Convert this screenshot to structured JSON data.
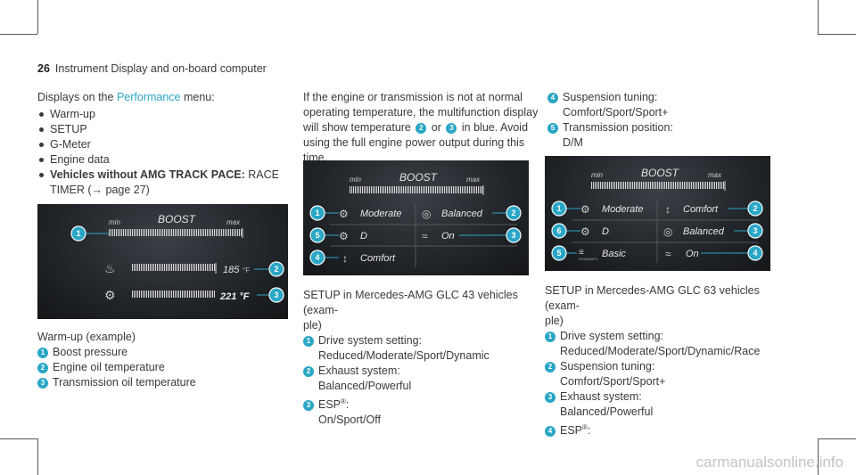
{
  "page": {
    "number": "26",
    "header": "Instrument Display and on-board computer"
  },
  "col1": {
    "intro_prefix": "Displays on the ",
    "intro_link": "Performance",
    "intro_suffix": " menu:",
    "bullets": [
      "Warm-up",
      "SETUP",
      "G-Meter",
      "Engine data"
    ],
    "bullet5_bold": "Vehicles without AMG TRACK PACE:",
    "bullet5_rest": " RACE",
    "bullet5_line2": "TIMER (→ page 27)",
    "caption": "Warm-up (example)",
    "items": [
      {
        "n": "1",
        "text": "Boost pressure"
      },
      {
        "n": "2",
        "text": "Engine oil temperature"
      },
      {
        "n": "3",
        "text": "Transmission oil temperature"
      }
    ]
  },
  "col2": {
    "para_l1": "If the engine or transmission is not at normal",
    "para_l2": "operating temperature, the multifunction display",
    "para_l3a": "will show temperature ",
    "para_n2": "2",
    "para_or": " or ",
    "para_n3": "3",
    "para_l3b": " in blue. Avoid",
    "para_l4": "using the full engine power output during this",
    "para_l5": "time.",
    "caption_l1": "SETUP in Mercedes-AMG GLC 43 vehicles (exam-",
    "caption_l2": "ple)",
    "items": [
      {
        "n": "1",
        "title": "Drive system setting:",
        "value": "Reduced/Moderate/Sport/Dynamic"
      },
      {
        "n": "2",
        "title": "Exhaust system:",
        "value": "Balanced/Powerful"
      },
      {
        "n": "3",
        "title": "ESP",
        "sup": "®",
        "colon": ":",
        "value": "On/Sport/Off"
      }
    ]
  },
  "col3": {
    "items_top": [
      {
        "n": "4",
        "title": "Suspension tuning:",
        "value": "Comfort/Sport/Sport+"
      },
      {
        "n": "5",
        "title": "Transmission position:",
        "value": "D/M"
      }
    ],
    "caption_l1": "SETUP in Mercedes-AMG GLC 63 vehicles (exam-",
    "caption_l2": "ple)",
    "items": [
      {
        "n": "1",
        "title": "Drive system setting:",
        "value": "Reduced/Moderate/Sport/Dynamic/Race"
      },
      {
        "n": "2",
        "title": "Suspension tuning:",
        "value": "Comfort/Sport/Sport+"
      },
      {
        "n": "3",
        "title": "Exhaust system:",
        "value": "Balanced/Powerful"
      },
      {
        "n": "4",
        "title": "ESP",
        "sup": "®",
        "colon": ":"
      }
    ]
  },
  "display1": {
    "min": "min",
    "boost": "BOOST",
    "max": "max",
    "oil_temp": "185",
    "unit": "°F",
    "trans_temp": "221 °F",
    "callouts": [
      "1",
      "2",
      "3"
    ]
  },
  "display2": {
    "min": "min",
    "boost": "BOOST",
    "max": "max",
    "cells": [
      "Moderate",
      "Balanced",
      "D",
      "On",
      "Comfort"
    ],
    "callouts": [
      "1",
      "2",
      "5",
      "3",
      "4"
    ]
  },
  "display3": {
    "min": "min",
    "boost": "BOOST",
    "max": "max",
    "cells": [
      "Moderate",
      "Comfort",
      "D",
      "Balanced",
      "Basic",
      "On"
    ],
    "dynamics_label": "DYNAMICS",
    "callouts": [
      "1",
      "2",
      "6",
      "3",
      "5",
      "4"
    ]
  },
  "watermark": "carmanualsonline.info",
  "colors": {
    "accent": "#2aa6c6",
    "text": "#3a3a3a"
  }
}
